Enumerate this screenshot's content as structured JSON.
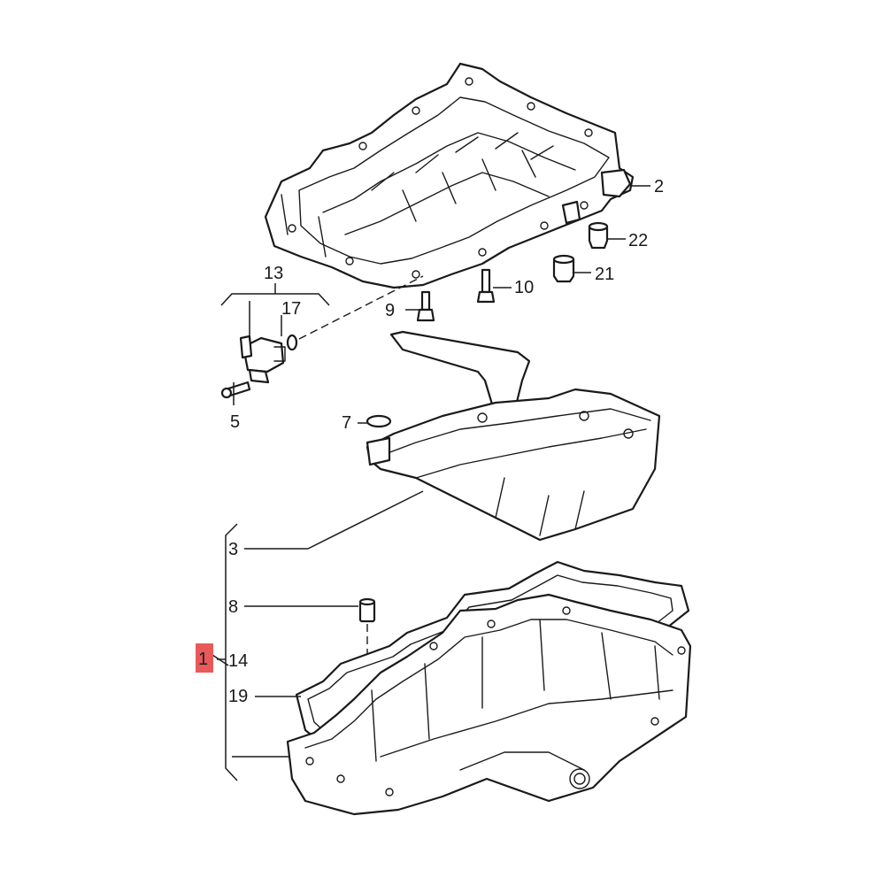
{
  "diagram": {
    "type": "exploded-parts-view",
    "highlight_color": "#e8595a",
    "callouts": [
      {
        "id": "c1",
        "label": "1",
        "highlighted": true
      },
      {
        "id": "c2",
        "label": "2"
      },
      {
        "id": "c3",
        "label": "3"
      },
      {
        "id": "c5",
        "label": "5"
      },
      {
        "id": "c7",
        "label": "7"
      },
      {
        "id": "c8",
        "label": "8"
      },
      {
        "id": "c9",
        "label": "9"
      },
      {
        "id": "c10",
        "label": "10"
      },
      {
        "id": "c13",
        "label": "13"
      },
      {
        "id": "c14",
        "label": "14"
      },
      {
        "id": "c17",
        "label": "17"
      },
      {
        "id": "c19",
        "label": "19"
      },
      {
        "id": "c21",
        "label": "21"
      },
      {
        "id": "c22",
        "label": "22"
      }
    ]
  }
}
